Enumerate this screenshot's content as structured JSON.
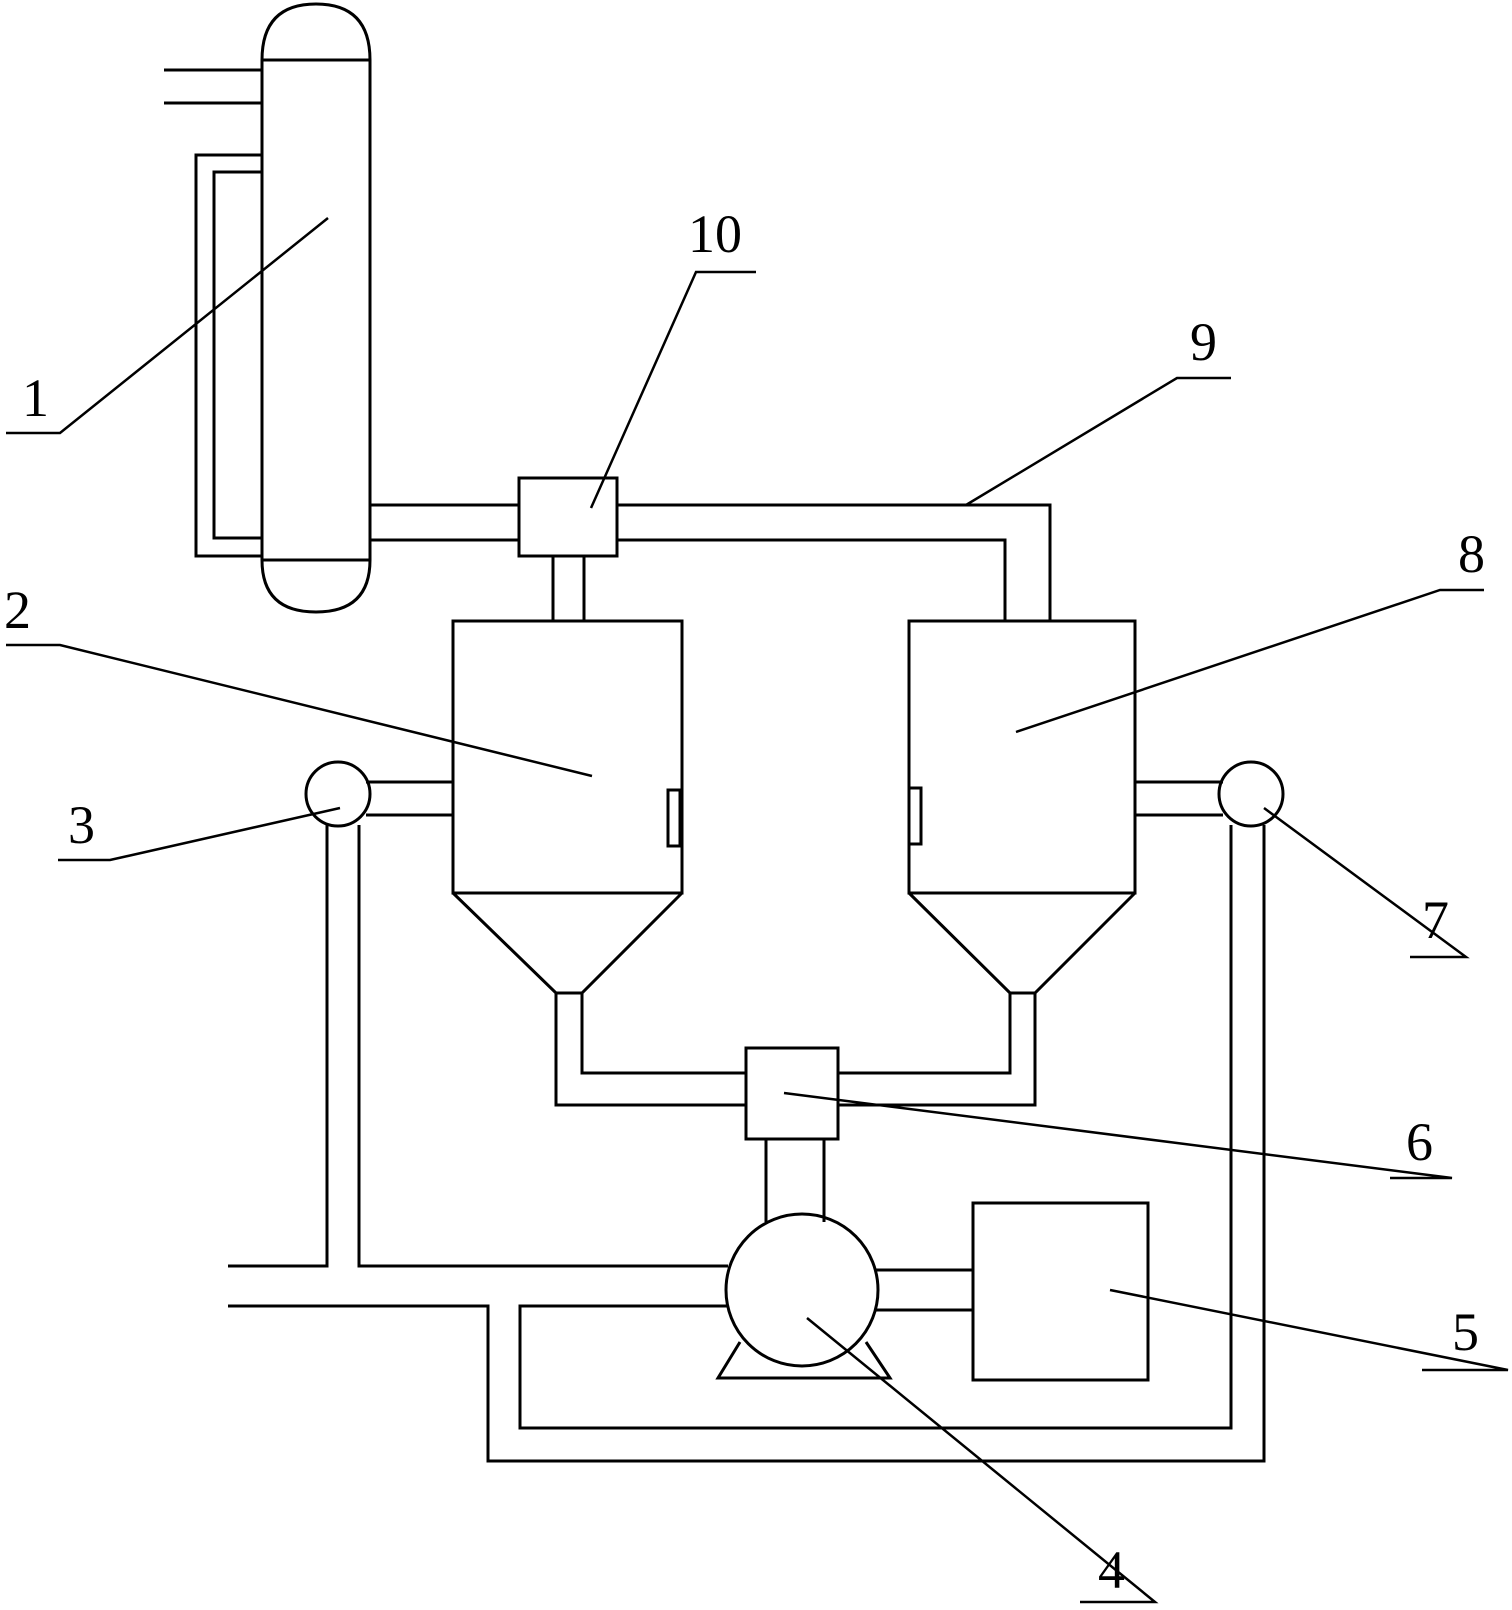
{
  "colors": {
    "stroke": "#000000",
    "background": "#ffffff"
  },
  "labels": {
    "n1": "1",
    "n2": "2",
    "n3": "3",
    "n4": "4",
    "n5": "5",
    "n6": "6",
    "n7": "7",
    "n8": "8",
    "n9": "9",
    "n10": "10"
  }
}
